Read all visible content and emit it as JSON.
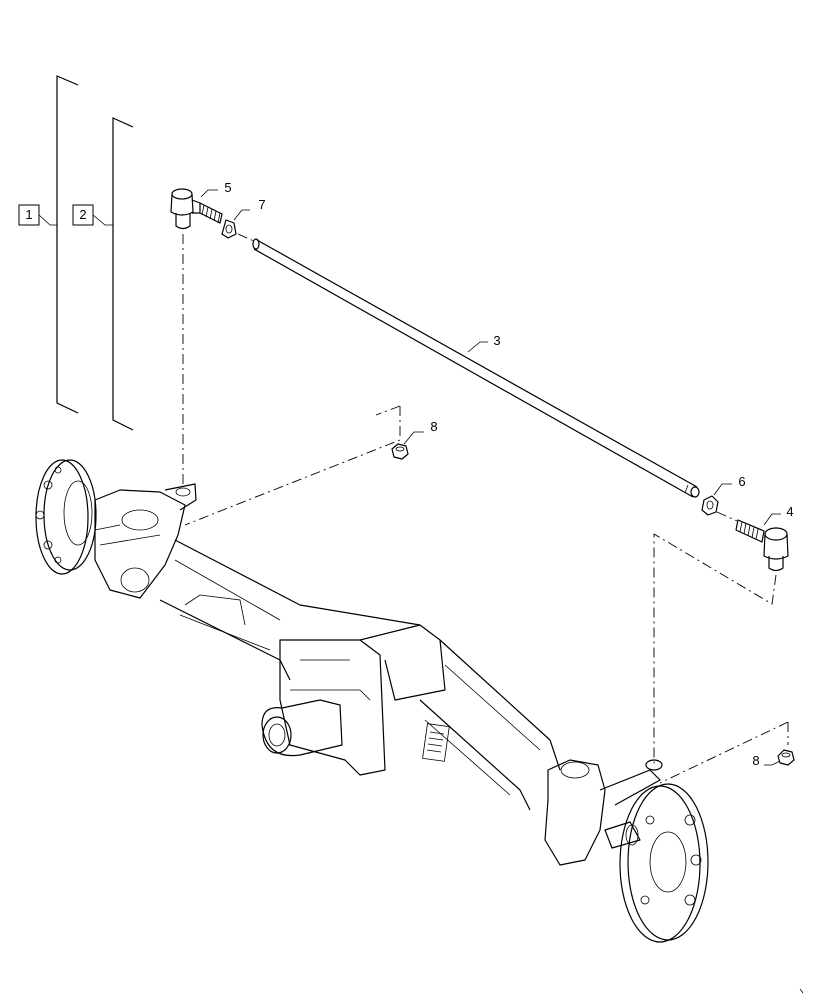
{
  "diagram": {
    "callouts": {
      "c1": "1",
      "c2": "2",
      "c3": "3",
      "c4": "4",
      "c5": "5",
      "c6": "6",
      "c7": "7",
      "c8a": "8",
      "c8b": "8"
    }
  }
}
